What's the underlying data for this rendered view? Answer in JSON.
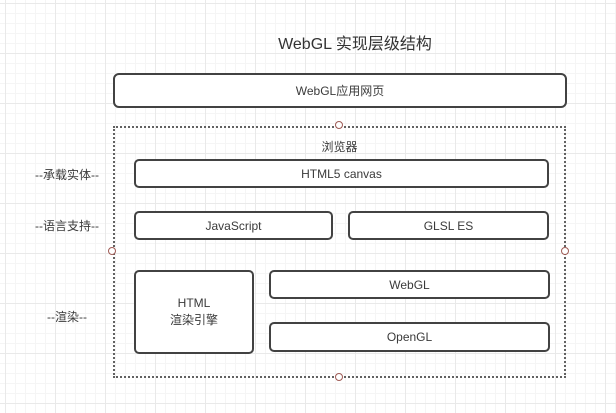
{
  "diagram": {
    "title": "WebGL 实现层级结构",
    "top_box_label": "WebGL应用网页",
    "browser": {
      "label": "浏览器",
      "boxes": {
        "html5_canvas": "HTML5 canvas",
        "javascript": "JavaScript",
        "glsl_es": "GLSL ES",
        "html_engine_line1": "HTML",
        "html_engine_line2": "渲染引擎",
        "webgl": "WebGL",
        "opengl": "OpenGL"
      }
    },
    "side_labels": [
      {
        "label": "--承载实体--"
      },
      {
        "label": "--语言支持--"
      },
      {
        "label": "--渲染--"
      }
    ],
    "colors": {
      "box_border": "#424242",
      "text": "#3a3a3a",
      "dashed_border": "#616161",
      "handle_stroke": "#9e5a54",
      "grid_minor": "#f5f5f5",
      "grid_major": "#e9e9e9"
    }
  }
}
